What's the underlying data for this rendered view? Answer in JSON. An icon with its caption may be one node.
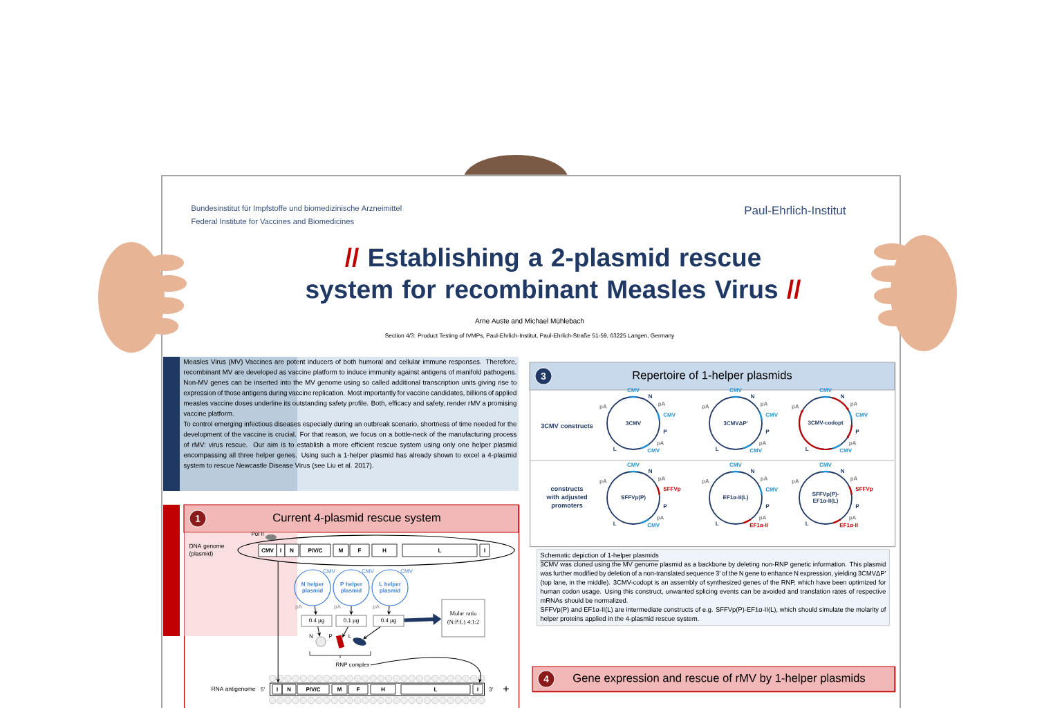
{
  "diagram": {
    "title": "Establishing a 2-plasmid rescue system for recombinant Measles Virus",
    "nodes": [
      {
        "text": [
          "Measles Virus (MV) Vaccines are potent inducers of both humoral and cellular immune responses. Therefore, recombinant MV are developed as vaccine platform to induce immunity against antigens of manifold pathogens. Non-MV genes can be inserted into the MV genome using so called additional transcription units giving rise to expression of those antigens during vaccine replication. Most importantly for vaccine candidates, billions of applied measles vaccine doses underline its outstanding safety profile. Both, efficacy and safety, render rMV a promising vaccine platform.",
          "To control emerging infectious diseases especially during an outbreak scenario, shortness of time needed for the development of the vaccine is crucial. For that reason, we focus on a bottle-neck of the manufacturing process of rMV: virus rescue. Our aim is to establish a more efficient rescue system using only one helper plasmid encompassing all three helper genes. Using such a 1-helper plasmid has already shown to excel a 4-plasmid system to rescue Newcastle Disease Virus (see Liu et al. 2017)."
        ]
      },
      {
        "text": [
          "1",
          "Current 4-plasmid rescue system"
        ]
      },
      {
        "text": [
          "CMV",
          "I",
          "N",
          "P/V/C",
          "M",
          "F",
          "H",
          "L",
          "I"
        ],
        "beside": [
          "DNA genome (plasmid)"
        ],
        "in": 1
      },
      {
        "text": [
          "N helper plasmid"
        ],
        "beside": [
          "CMV",
          "pA"
        ],
        "in": 1
      },
      {
        "text": [
          "P helper plasmid"
        ],
        "beside": [
          "CMV",
          "pA"
        ],
        "in": 1
      },
      {
        "text": [
          "L helper plasmid"
        ],
        "beside": [
          "CMV",
          "pA"
        ],
        "in": 1
      },
      {
        "text": [
          "0.4 µg"
        ],
        "in": 1
      },
      {
        "text": [
          "0.1 µg"
        ],
        "in": 1
      },
      {
        "text": [
          "0.4 µg"
        ],
        "in": 1
      },
      {
        "text": [],
        "shape": "circle",
        "beside": [
          "N"
        ],
        "in": 1
      },
      {
        "text": [],
        "shape": "bar",
        "beside": [
          "P"
        ],
        "in": 1
      },
      {
        "text": [],
        "shape": "circle",
        "beside": [
          "L"
        ],
        "in": 1
      },
      {
        "text": [
          "Molar ratio (N:P:L) 4:1:2"
        ],
        "in": 1
      },
      {
        "text": [
          "RNP complex"
        ],
        "in": 1
      },
      {
        "text": [
          "I",
          "N",
          "P/V/C",
          "M",
          "F",
          "H",
          "L",
          "I"
        ],
        "beside": [
          "RNA antigenome",
          "5'",
          "3'"
        ],
        "in": 1
      },
      {
        "text": [
          "3",
          "Repertoire of 1-helper plasmids"
        ]
      },
      {
        "text": [
          "3CMV"
        ],
        "beside": [
          "CMV",
          "N",
          "pA",
          "CMV",
          "P",
          "pA",
          "CMV",
          "L",
          "pA"
        ],
        "in": 15
      },
      {
        "text": [
          "3CMVΔP'"
        ],
        "beside": [
          "CMV",
          "N",
          "pA",
          "CMV",
          "P",
          "pA",
          "CMV",
          "L",
          "pA"
        ],
        "in": 15
      },
      {
        "text": [
          "3CMV-codopt"
        ],
        "beside": [
          "CMV",
          "N",
          "pA",
          "CMV",
          "P",
          "pA",
          "CMV",
          "L",
          "pA"
        ],
        "in": 15
      },
      {
        "text": [
          "SFFVp(P)"
        ],
        "beside": [
          "CMV",
          "N",
          "pA",
          "SFFVp",
          "P",
          "pA",
          "CMV",
          "L",
          "pA"
        ],
        "in": 15
      },
      {
        "text": [
          "EF1α-II(L)"
        ],
        "beside": [
          "CMV",
          "N",
          "pA",
          "CMV",
          "P",
          "pA",
          "EF1α-II",
          "L",
          "pA"
        ],
        "in": 15
      },
      {
        "text": [
          "SFFVp(P)-EF1α-II(L)"
        ],
        "beside": [
          "CMV",
          "N",
          "pA",
          "SFFVp",
          "P",
          "pA",
          "EF1α-II",
          "L",
          "pA"
        ],
        "in": 15
      },
      {
        "text": [
          "Schematic depiction of 1-helper plasmids",
          "3CMV was cloned using the MV genome plasmid as a backbone by deleting non-RNP genetic information. This plasmid was further modified by deletion of a non-translated sequence 3' of the N gene to enhance N expression, yielding 3CMVΔP' (top lane, in the middle). 3CMV-codopt is an assembly of synthesized genes of the RNP, which have been optimized for human codon usage. Using this construct, unwanted splicing events can be avoided and translation rates of respective mRNAs should be normalized.",
          "SFFVp(P) and EF1α-II(L) are intermediate constructs of e.g. SFFVp(P)-EF1α-II(L), which should simulate the molarity of helper proteins applied in the 4-plasmid rescue system."
        ]
      },
      {
        "text": [
          "4",
          "Gene expression and rescue of rMV by 1-helper plasmids"
        ]
      }
    ],
    "edges": [
      {
        "from": 2,
        "to": 14,
        "arrow": "to"
      },
      {
        "from": 3,
        "to": 6,
        "arrow": "to"
      },
      {
        "from": 4,
        "to": 7,
        "arrow": "to"
      },
      {
        "from": 5,
        "to": 8,
        "arrow": "to"
      },
      {
        "from": 6,
        "to": 9,
        "arrow": "to"
      },
      {
        "from": 7,
        "to": 10,
        "arrow": "to"
      },
      {
        "from": 8,
        "to": 11,
        "arrow": "to"
      },
      {
        "from": 8,
        "to": 12,
        "arrow": "to",
        "style": "thick",
        "color": "#1f3864"
      },
      {
        "from": 13,
        "to": 14,
        "arrow": "to"
      }
    ],
    "labels": [
      "Bundesinstitut für Impfstoffe und biomedizinische Arzneimittel",
      "Federal Institute for Vaccines and Biomedicines",
      "Paul-Ehrlich-Institut",
      "//",
      "//",
      "Arne Auste and Michael Mühlebach",
      "Section 4/3: Product Testing of IVMPs, Paul-Ehrlich-Institut, Paul-Ehrlich-Straße 51-59, 63225 Langen, Germany",
      "Pol II",
      "+",
      "3CMV constructs",
      "constructs with adjusted promoters"
    ]
  }
}
